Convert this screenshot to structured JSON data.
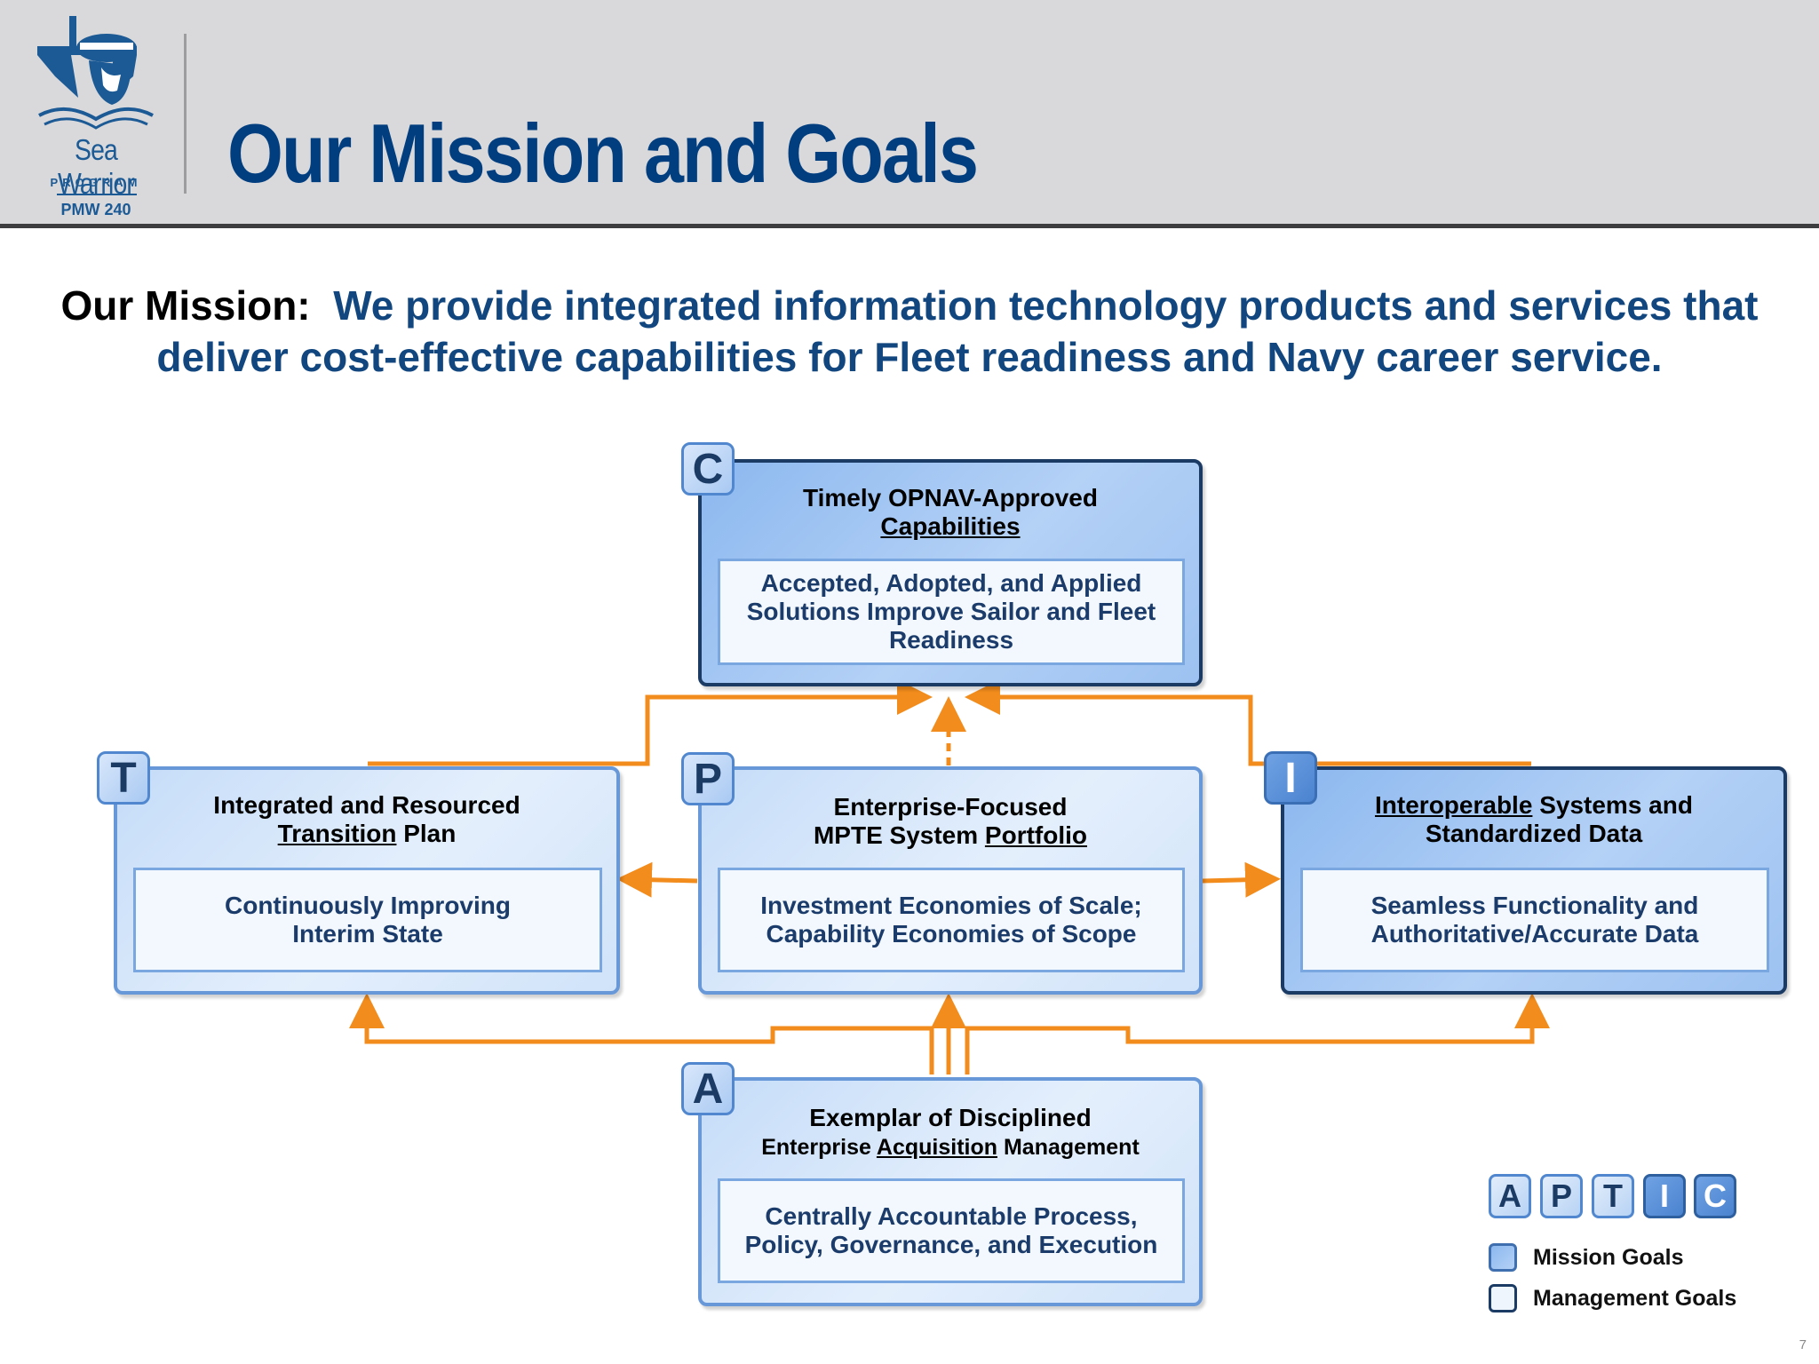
{
  "header": {
    "logo": {
      "name": "Sea Warrior",
      "program": "PROGRAM",
      "code": "PMW 240"
    },
    "title": "Our Mission and Goals"
  },
  "mission": {
    "label": "Our Mission:",
    "text": "We provide integrated information technology products and services that deliver cost-effective capabilities for Fleet readiness and Navy career service."
  },
  "goals": {
    "c": {
      "letter": "C",
      "title_line1": "Timely OPNAV-Approved",
      "title_underlined": "Capabilities",
      "detail": "Accepted, Adopted, and Applied Solutions Improve Sailor and Fleet Readiness"
    },
    "t": {
      "letter": "T",
      "title_line1": "Integrated and Resourced",
      "title_underlined": "Transition",
      "title_after": " Plan",
      "detail_line1": "Continuously Improving",
      "detail_line2": "Interim State"
    },
    "p": {
      "letter": "P",
      "title_line1": "Enterprise-Focused",
      "title_before": "MPTE System ",
      "title_underlined": "Portfolio",
      "detail_line1": "Investment Economies of Scale;",
      "detail_line2": "Capability Economies of Scope"
    },
    "i": {
      "letter": "I",
      "title_underlined": "Interoperable",
      "title_after": " Systems and",
      "title_line2": "Standardized Data",
      "detail_line1": "Seamless Functionality and",
      "detail_line2": "Authoritative/Accurate Data"
    },
    "a": {
      "letter": "A",
      "title_line1": "Exemplar of Disciplined",
      "title_before": "Enterprise ",
      "title_underlined": "Acquisition",
      "title_after": " Management",
      "detail_line1": "Centrally Accountable Process,",
      "detail_line2": "Policy, Governance, and Execution"
    }
  },
  "legend": {
    "letters": [
      "A",
      "P",
      "T",
      "I",
      "C"
    ],
    "mission_label": "Mission Goals",
    "management_label": "Management Goals"
  },
  "page_number": "7",
  "colors": {
    "title_blue": "#003e80",
    "mission_text": "#11467f",
    "connector_orange": "#f28c1c",
    "mission_goal_fill": "#a7c8f3",
    "management_goal_fill": "#dbe9fb"
  }
}
